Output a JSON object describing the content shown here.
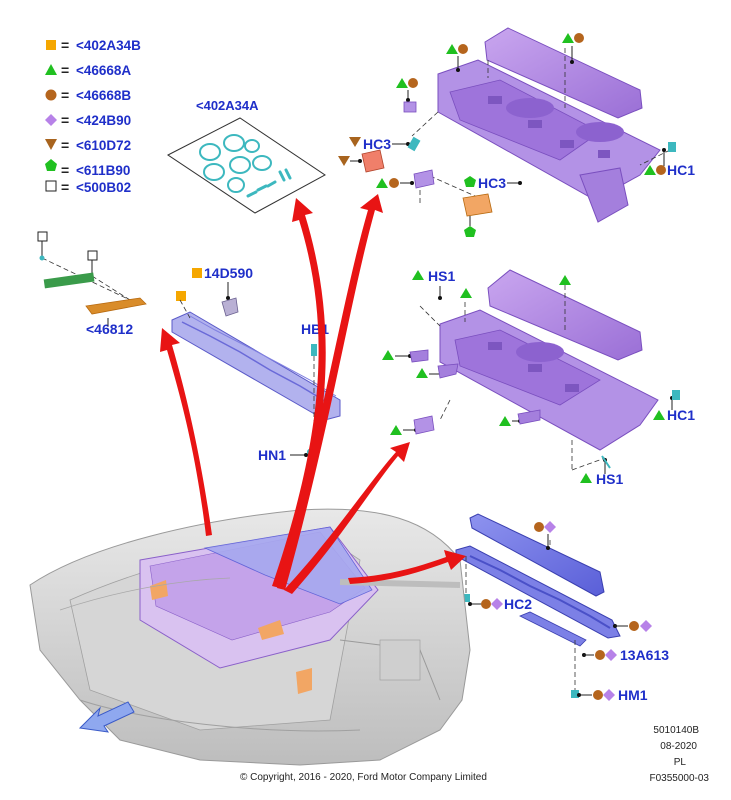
{
  "legend": [
    {
      "symbol": "square",
      "color": "#f5a700",
      "code": "<402A34B"
    },
    {
      "symbol": "triangle",
      "color": "#20c020",
      "code": "<46668A"
    },
    {
      "symbol": "circle",
      "color": "#b5651d",
      "code": "<46668B"
    },
    {
      "symbol": "diamond",
      "color": "#b782e8",
      "code": "<424B90"
    },
    {
      "symbol": "triangle-down",
      "color": "#a8641e",
      "code": "<610D72"
    },
    {
      "symbol": "pentagon",
      "color": "#20c020",
      "code": "<611B90"
    },
    {
      "symbol": "open-square",
      "color": "#ffffff",
      "code": "<500B02"
    }
  ],
  "legend_equals": "=",
  "callouts": {
    "kit": "<402A34A",
    "grille": "<46812",
    "bracket": "14D590",
    "hb1": "HB1",
    "hn1": "HN1",
    "hc3_a": "HC3",
    "hc3_b": "HC3",
    "hc1_a": "HC1",
    "hs1_a": "HS1",
    "hc1_b": "HC1",
    "hs1_b": "HS1",
    "hc2": "HC2",
    "part_13a613": "13A613",
    "hm1": "HM1"
  },
  "footer": {
    "copyright": "© Copyright, 2016 - 2020, Ford Motor Company Limited",
    "code": "5010140B",
    "date": "08-2020",
    "region": "PL",
    "figure": "F0355000-03"
  }
}
